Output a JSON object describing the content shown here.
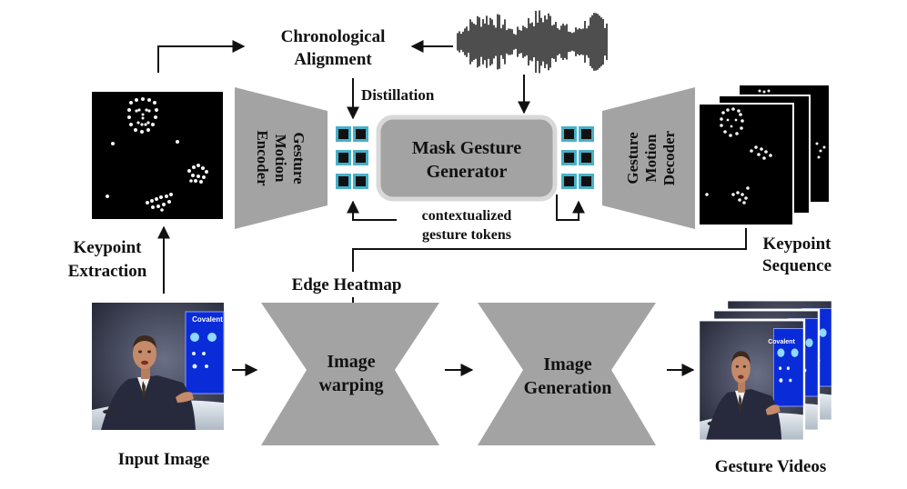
{
  "labels": {
    "chronological_line1": "Chronological",
    "chronological_line2": "Alignment",
    "distillation": "Distillation",
    "encoder_line1": "Gesture",
    "encoder_line2": "Motion",
    "encoder_line3": "Encoder",
    "decoder_line1": "Gesture",
    "decoder_line2": "Motion",
    "decoder_line3": "Decoder",
    "mask_line1": "Mask Gesture",
    "mask_line2": "Generator",
    "tokens_line1": "contextualized",
    "tokens_line2": "gesture tokens",
    "keypoint_extraction_line1": "Keypoint",
    "keypoint_extraction_line2": "Extraction",
    "keypoint_sequence_line1": "Keypoint",
    "keypoint_sequence_line2": "Sequence",
    "edge_heatmap": "Edge Heatmap",
    "warping_line1": "Image",
    "warping_line2": "warping",
    "generation_line1": "Image",
    "generation_line2": "Generation",
    "input_image": "Input Image",
    "gesture_videos": "Gesture Videos",
    "slide_title": "Covalent"
  },
  "colors": {
    "module_fill": "#a3a3a3",
    "token_tile": "#48b0c8",
    "token_inner": "#111111",
    "line": "#111111"
  },
  "icons": {
    "audio": "audio-waveform-icon"
  }
}
